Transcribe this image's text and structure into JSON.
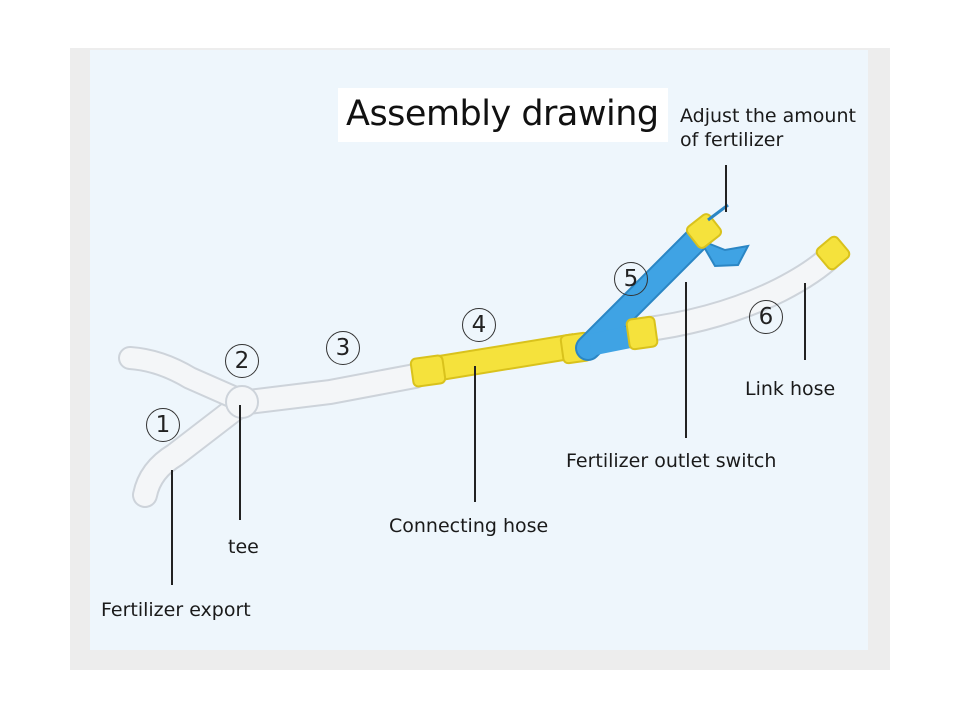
{
  "title": "Assembly drawing",
  "labels": {
    "adjust": "Adjust the amount\nof fertilizer",
    "link_hose": "Link hose",
    "outlet_switch": "Fertilizer outlet switch",
    "connecting_hose": "Connecting hose",
    "tee": "tee",
    "export": "Fertilizer export"
  },
  "markers": [
    "1",
    "2",
    "3",
    "4",
    "5",
    "6"
  ],
  "colors": {
    "tube": "#f4f6f8",
    "tube_edge": "#cdd3da",
    "yellow": "#f5e23c",
    "yellow_edge": "#d9c21c",
    "blue": "#3fa3e4",
    "blue_edge": "#2b86c4",
    "line": "#222222",
    "background": "#eef6fc"
  }
}
